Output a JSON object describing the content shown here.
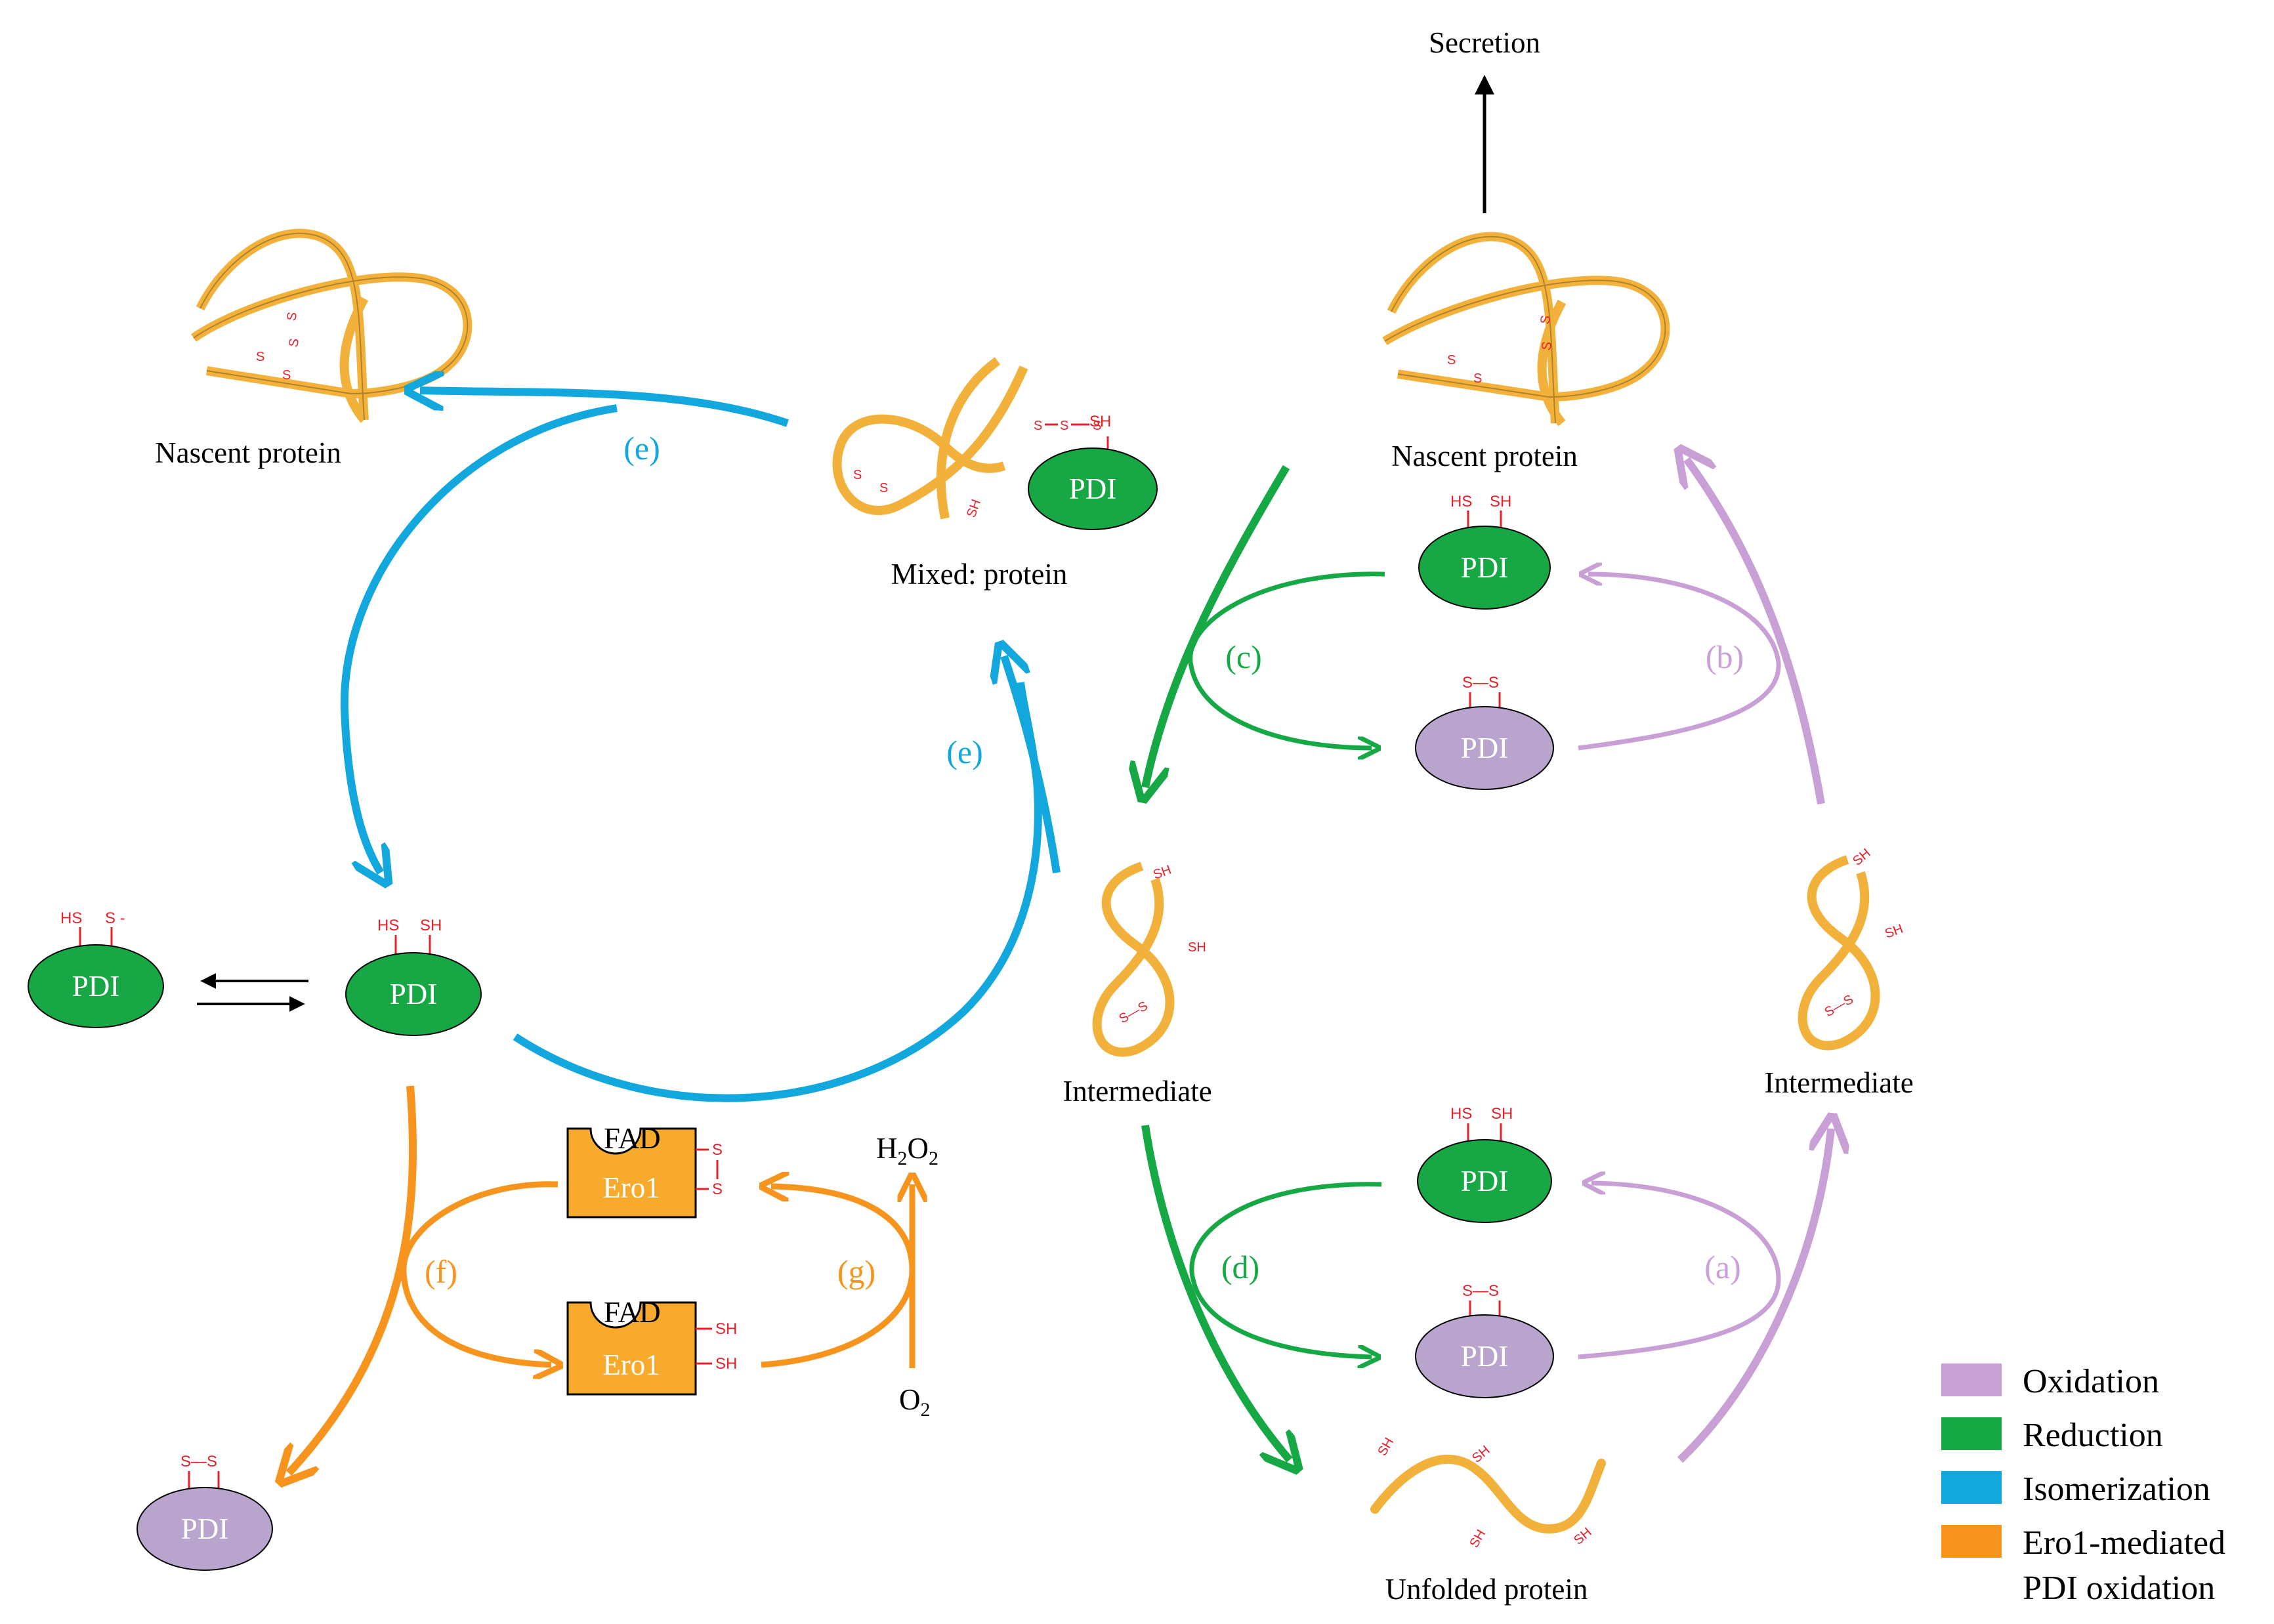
{
  "colors": {
    "oxidation": "#c9a0d6",
    "reduction": "#16a845",
    "isomerization": "#12a7dd",
    "ero1": "#f7941d",
    "protein": "#f2b13a",
    "thiol": "#e8202a",
    "pdi_reduced": "#17a744",
    "pdi_oxidized": "#b9a4ce"
  },
  "labels": {
    "secretion": "Secretion",
    "nascent_protein_left": "Nascent protein",
    "nascent_protein_right": "Nascent protein",
    "mixed_protein": "Mixed: protein",
    "intermediate_mid": "Intermediate",
    "intermediate_right": "Intermediate",
    "unfolded_protein": "Unfolded protein"
  },
  "pdi": {
    "label": "PDI"
  },
  "ero1": {
    "label": "Ero1",
    "cofactor": "FAD"
  },
  "chem": {
    "h2o2_h": "H",
    "h2o2_2a": "2",
    "h2o2_o": "O",
    "h2o2_2b": "2",
    "o2_o": "O",
    "o2_2": "2"
  },
  "thiols": {
    "hs": "HS",
    "sh": "SH",
    "s": "S",
    "s_minus": "S -",
    "ss": "S—S",
    "sss": "S—S"
  },
  "steps": {
    "a": "(a)",
    "b": "(b)",
    "c": "(c)",
    "d": "(d)",
    "e": "(e)",
    "f": "(f)",
    "g": "(g)"
  },
  "legend": [
    {
      "label": "Oxidation",
      "color": "#c9a0d6"
    },
    {
      "label": "Reduction",
      "color": "#16a845"
    },
    {
      "label": "Isomerization",
      "color": "#12a7dd"
    },
    {
      "label": "Ero1-mediated",
      "color": "#f7941d"
    },
    {
      "label": "PDI oxidation",
      "color": ""
    }
  ]
}
